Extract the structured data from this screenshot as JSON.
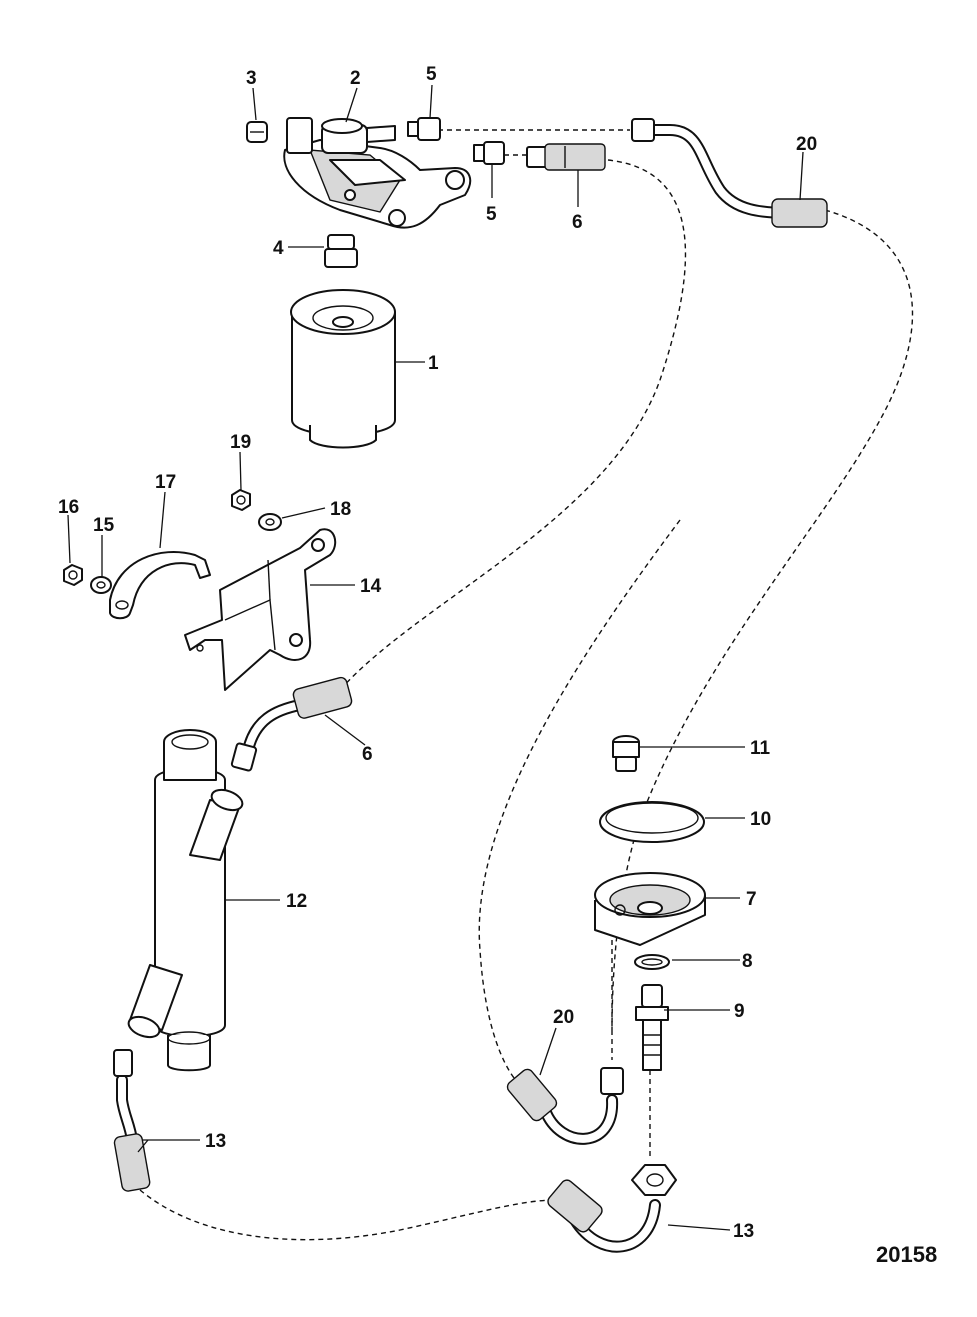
{
  "figure_number": "20158",
  "callouts": {
    "c1": "1",
    "c2": "2",
    "c3": "3",
    "c4": "4",
    "c5a": "5",
    "c5b": "5",
    "c6a": "6",
    "c6b": "6",
    "c7": "7",
    "c8": "8",
    "c9": "9",
    "c10": "10",
    "c11": "11",
    "c12": "12",
    "c13a": "13",
    "c13b": "13",
    "c14": "14",
    "c15": "15",
    "c16": "16",
    "c17": "17",
    "c18": "18",
    "c19": "19",
    "c20a": "20",
    "c20b": "20"
  }
}
